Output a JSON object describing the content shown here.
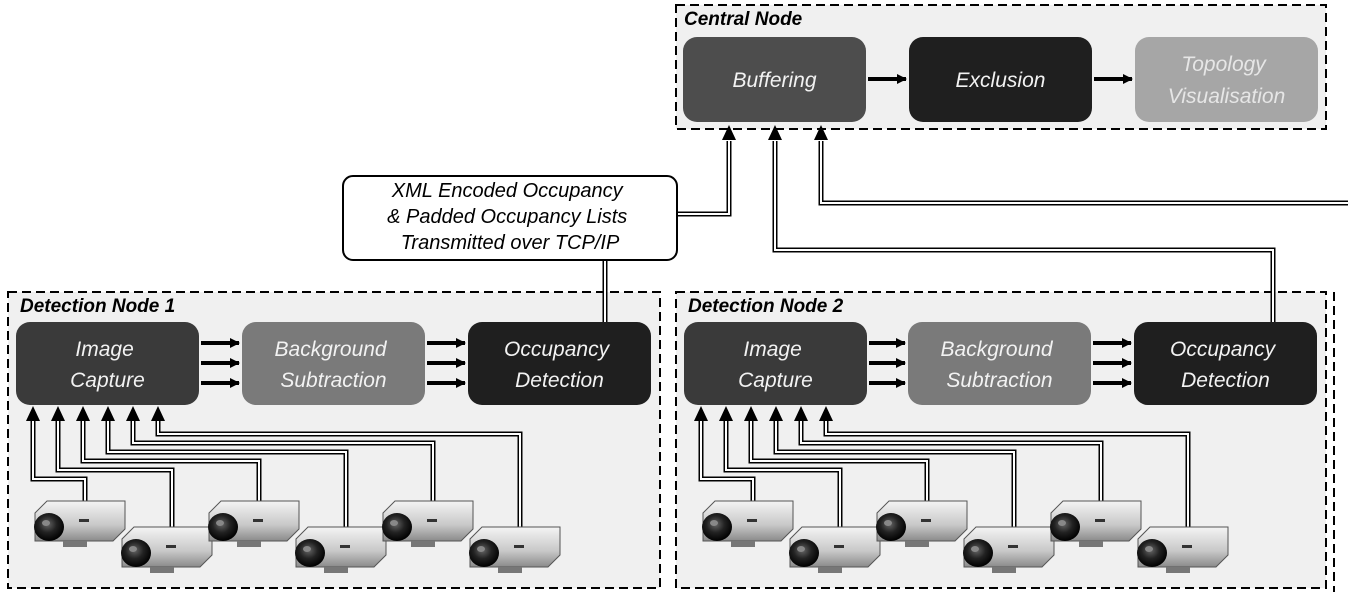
{
  "central_node": {
    "title": "Central Node",
    "stages": [
      {
        "lines": [
          "Buffering"
        ],
        "fill": "#4d4d4d",
        "text_color": "#f2f2f2"
      },
      {
        "lines": [
          "Exclusion"
        ],
        "fill": "#1f1f1f",
        "text_color": "#f2f2f2"
      },
      {
        "lines": [
          "Topology",
          "Visualisation"
        ],
        "fill": "#a6a6a6",
        "text_color": "#e6e6e6"
      }
    ]
  },
  "callout": {
    "lines": [
      "XML Encoded Occupancy",
      "& Padded Occupancy Lists",
      "Transmitted over TCP/IP"
    ]
  },
  "detection_nodes": [
    {
      "title": "Detection Node 1",
      "stages": [
        {
          "lines": [
            "Image",
            "Capture"
          ],
          "fill": "#3a3a3a",
          "text_color": "#f2f2f2"
        },
        {
          "lines": [
            "Background",
            "Subtraction"
          ],
          "fill": "#7a7a7a",
          "text_color": "#f2f2f2"
        },
        {
          "lines": [
            "Occupancy",
            "Detection"
          ],
          "fill": "#1f1f1f",
          "text_color": "#f2f2f2"
        }
      ],
      "camera_count": 6
    },
    {
      "title": "Detection Node 2",
      "stages": [
        {
          "lines": [
            "Image",
            "Capture"
          ],
          "fill": "#3a3a3a",
          "text_color": "#f2f2f2"
        },
        {
          "lines": [
            "Background",
            "Subtraction"
          ],
          "fill": "#7a7a7a",
          "text_color": "#f2f2f2"
        },
        {
          "lines": [
            "Occupancy",
            "Detection"
          ],
          "fill": "#1f1f1f",
          "text_color": "#f2f2f2"
        }
      ],
      "camera_count": 6
    }
  ],
  "colors": {
    "container_fill": "#f0f0f0",
    "arrow": "#000000",
    "wire_outer": "#000000",
    "wire_inner": "#ffffff"
  }
}
